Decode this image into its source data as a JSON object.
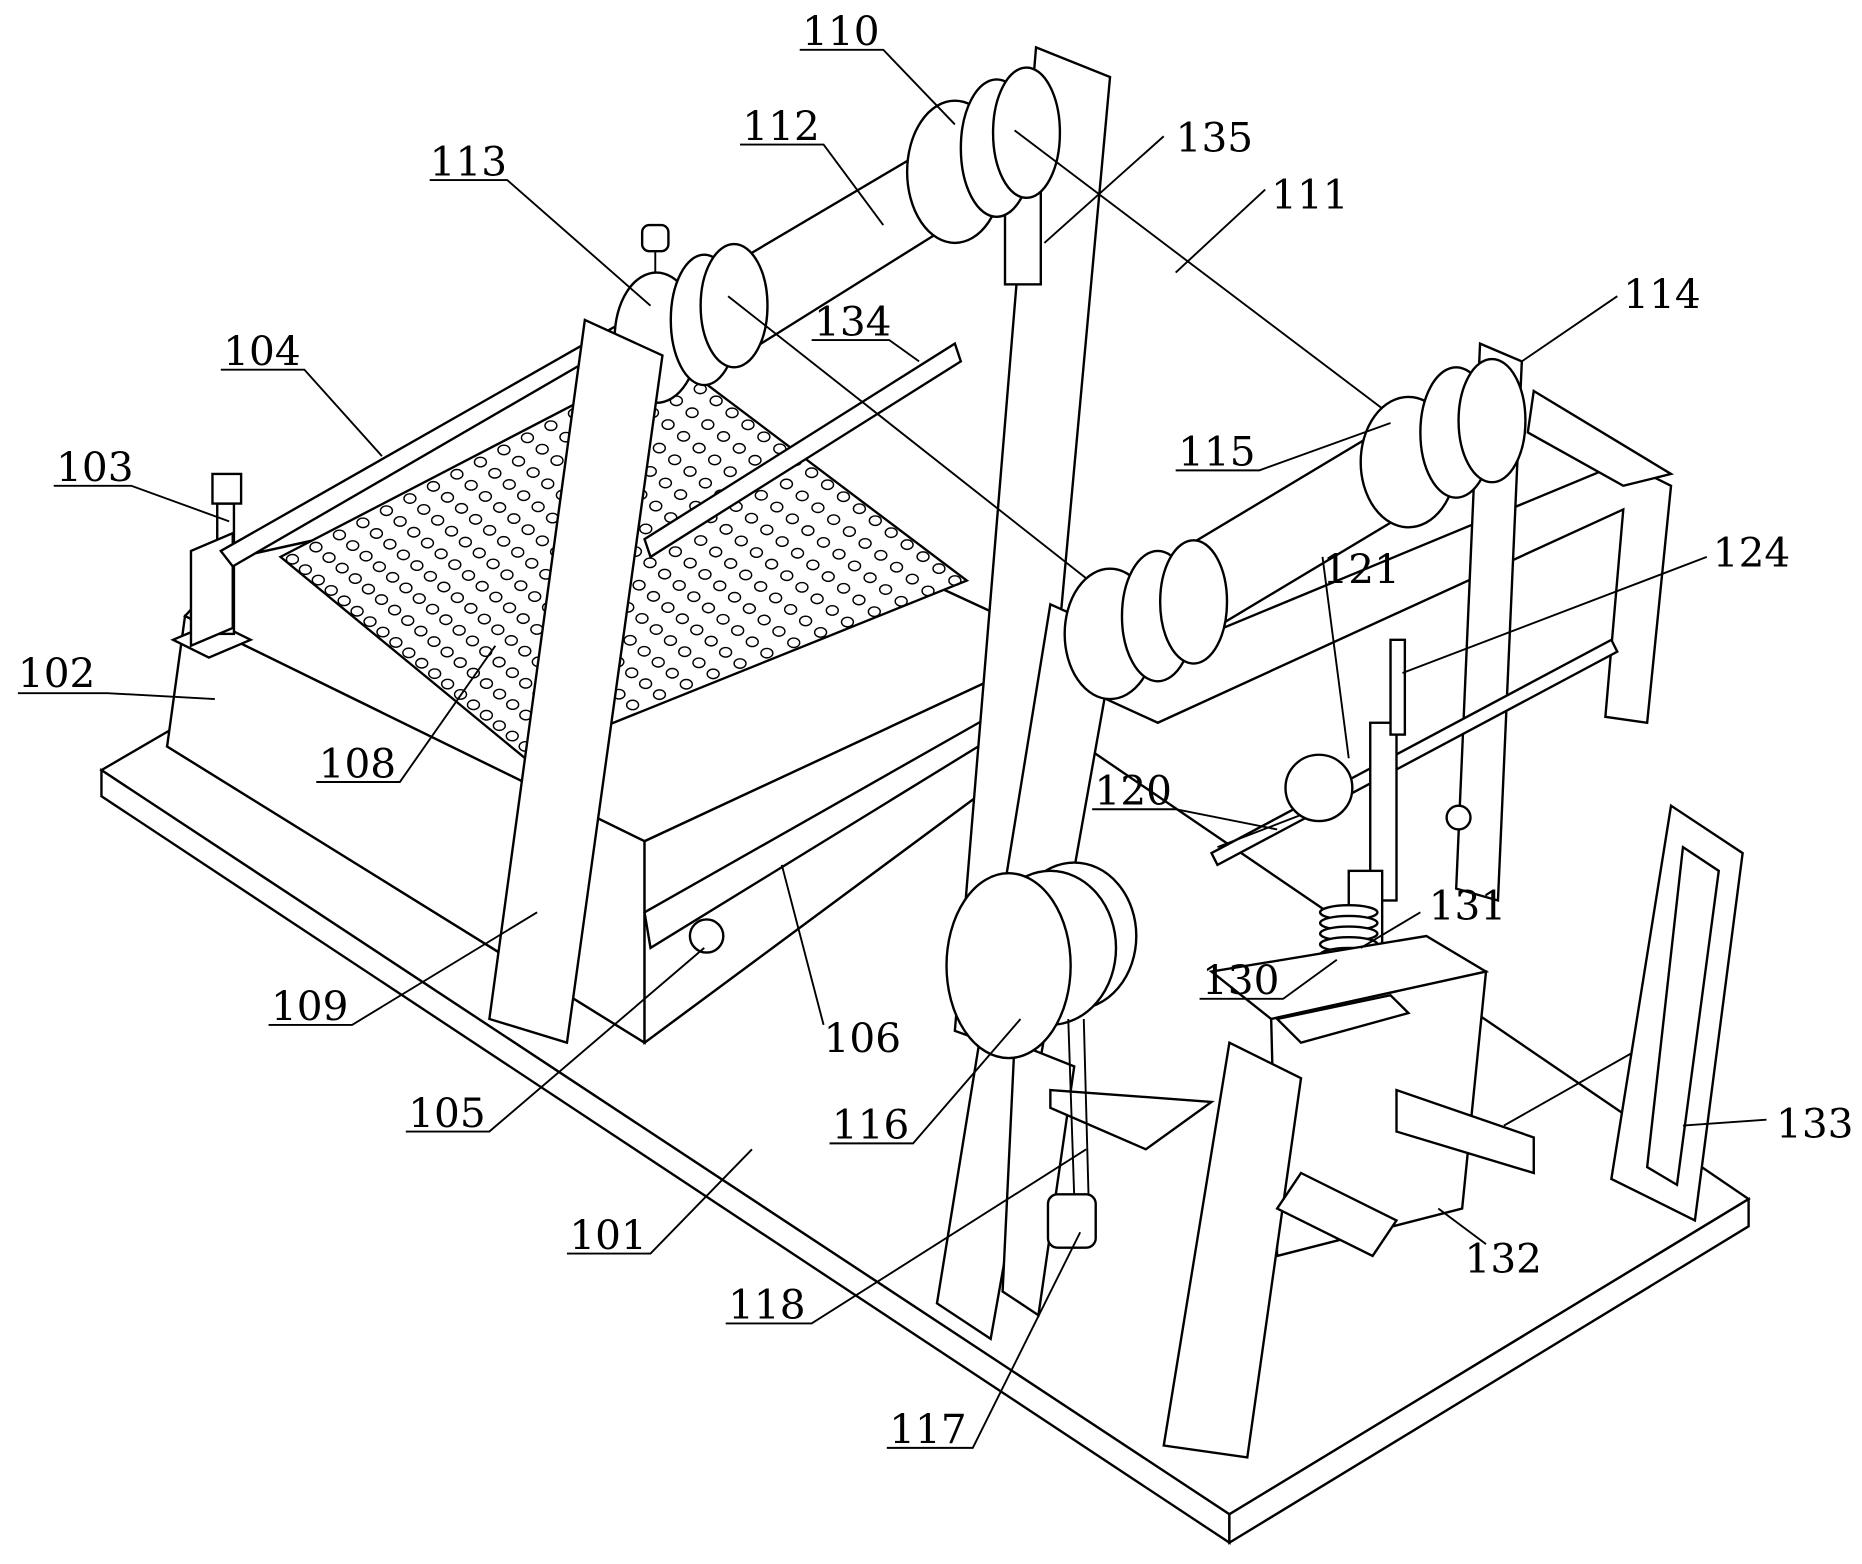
{
  "figure": {
    "labels": {
      "l101": "101",
      "l102": "102",
      "l103": "103",
      "l104": "104",
      "l105": "105",
      "l106": "106",
      "l108": "108",
      "l109": "109",
      "l110": "110",
      "l111": "111",
      "l112": "112",
      "l113": "113",
      "l114": "114",
      "l115": "115",
      "l116": "116",
      "l117": "117",
      "l118": "118",
      "l120": "120",
      "l121": "121",
      "l124": "124",
      "l130": "130",
      "l131": "131",
      "l132": "132",
      "l133": "133",
      "l134": "134",
      "l135": "135"
    }
  }
}
